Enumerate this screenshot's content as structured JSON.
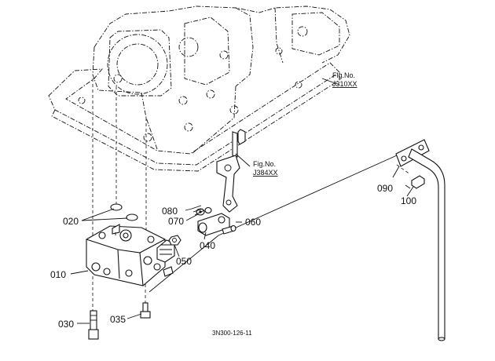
{
  "diagram": {
    "drawing_code": "3N300-126-11",
    "figure_refs": [
      {
        "line1": "Fig.No.",
        "line2": "J310XX"
      },
      {
        "line1": "Fig.No.",
        "line2": "J384XX"
      }
    ],
    "part_labels": [
      "010",
      "020",
      "030",
      "035",
      "040",
      "050",
      "060",
      "070",
      "080",
      "090",
      "100"
    ]
  }
}
